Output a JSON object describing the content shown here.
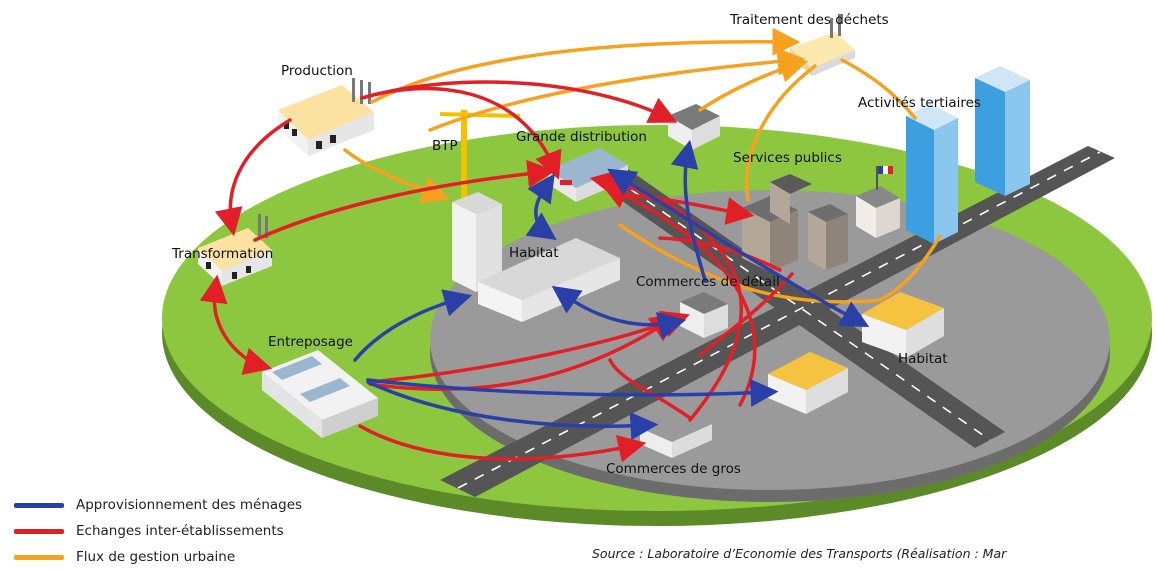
{
  "labels": {
    "waste": "Traitement des déchets",
    "production": "Production",
    "tertiary": "Activités tertiaires",
    "btp": "BTP",
    "retail_big": "Grande distribution",
    "public": "Services publics",
    "transformation": "Transformation",
    "habitat1": "Habitat",
    "retail_small": "Commerces de détail",
    "storage": "Entreposage",
    "habitat2": "Habitat",
    "wholesale": "Commerces de gros"
  },
  "legend": [
    {
      "label": "Approvisionnement des ménages",
      "color": "#2b3fa8"
    },
    {
      "label": "Echanges inter-établissements",
      "color": "#e21f26"
    },
    {
      "label": "Flux de gestion urbaine",
      "color": "#f6a21e"
    }
  ],
  "source": "Source : Laboratoire d’Economie des Transports (Réalisation : Mar",
  "colors": {
    "blue": "#2b3fa8",
    "red": "#e21f26",
    "orange": "#f6a21e",
    "grass": "#8dc63f",
    "ground": "#9a9a9a",
    "road": "#555555"
  }
}
